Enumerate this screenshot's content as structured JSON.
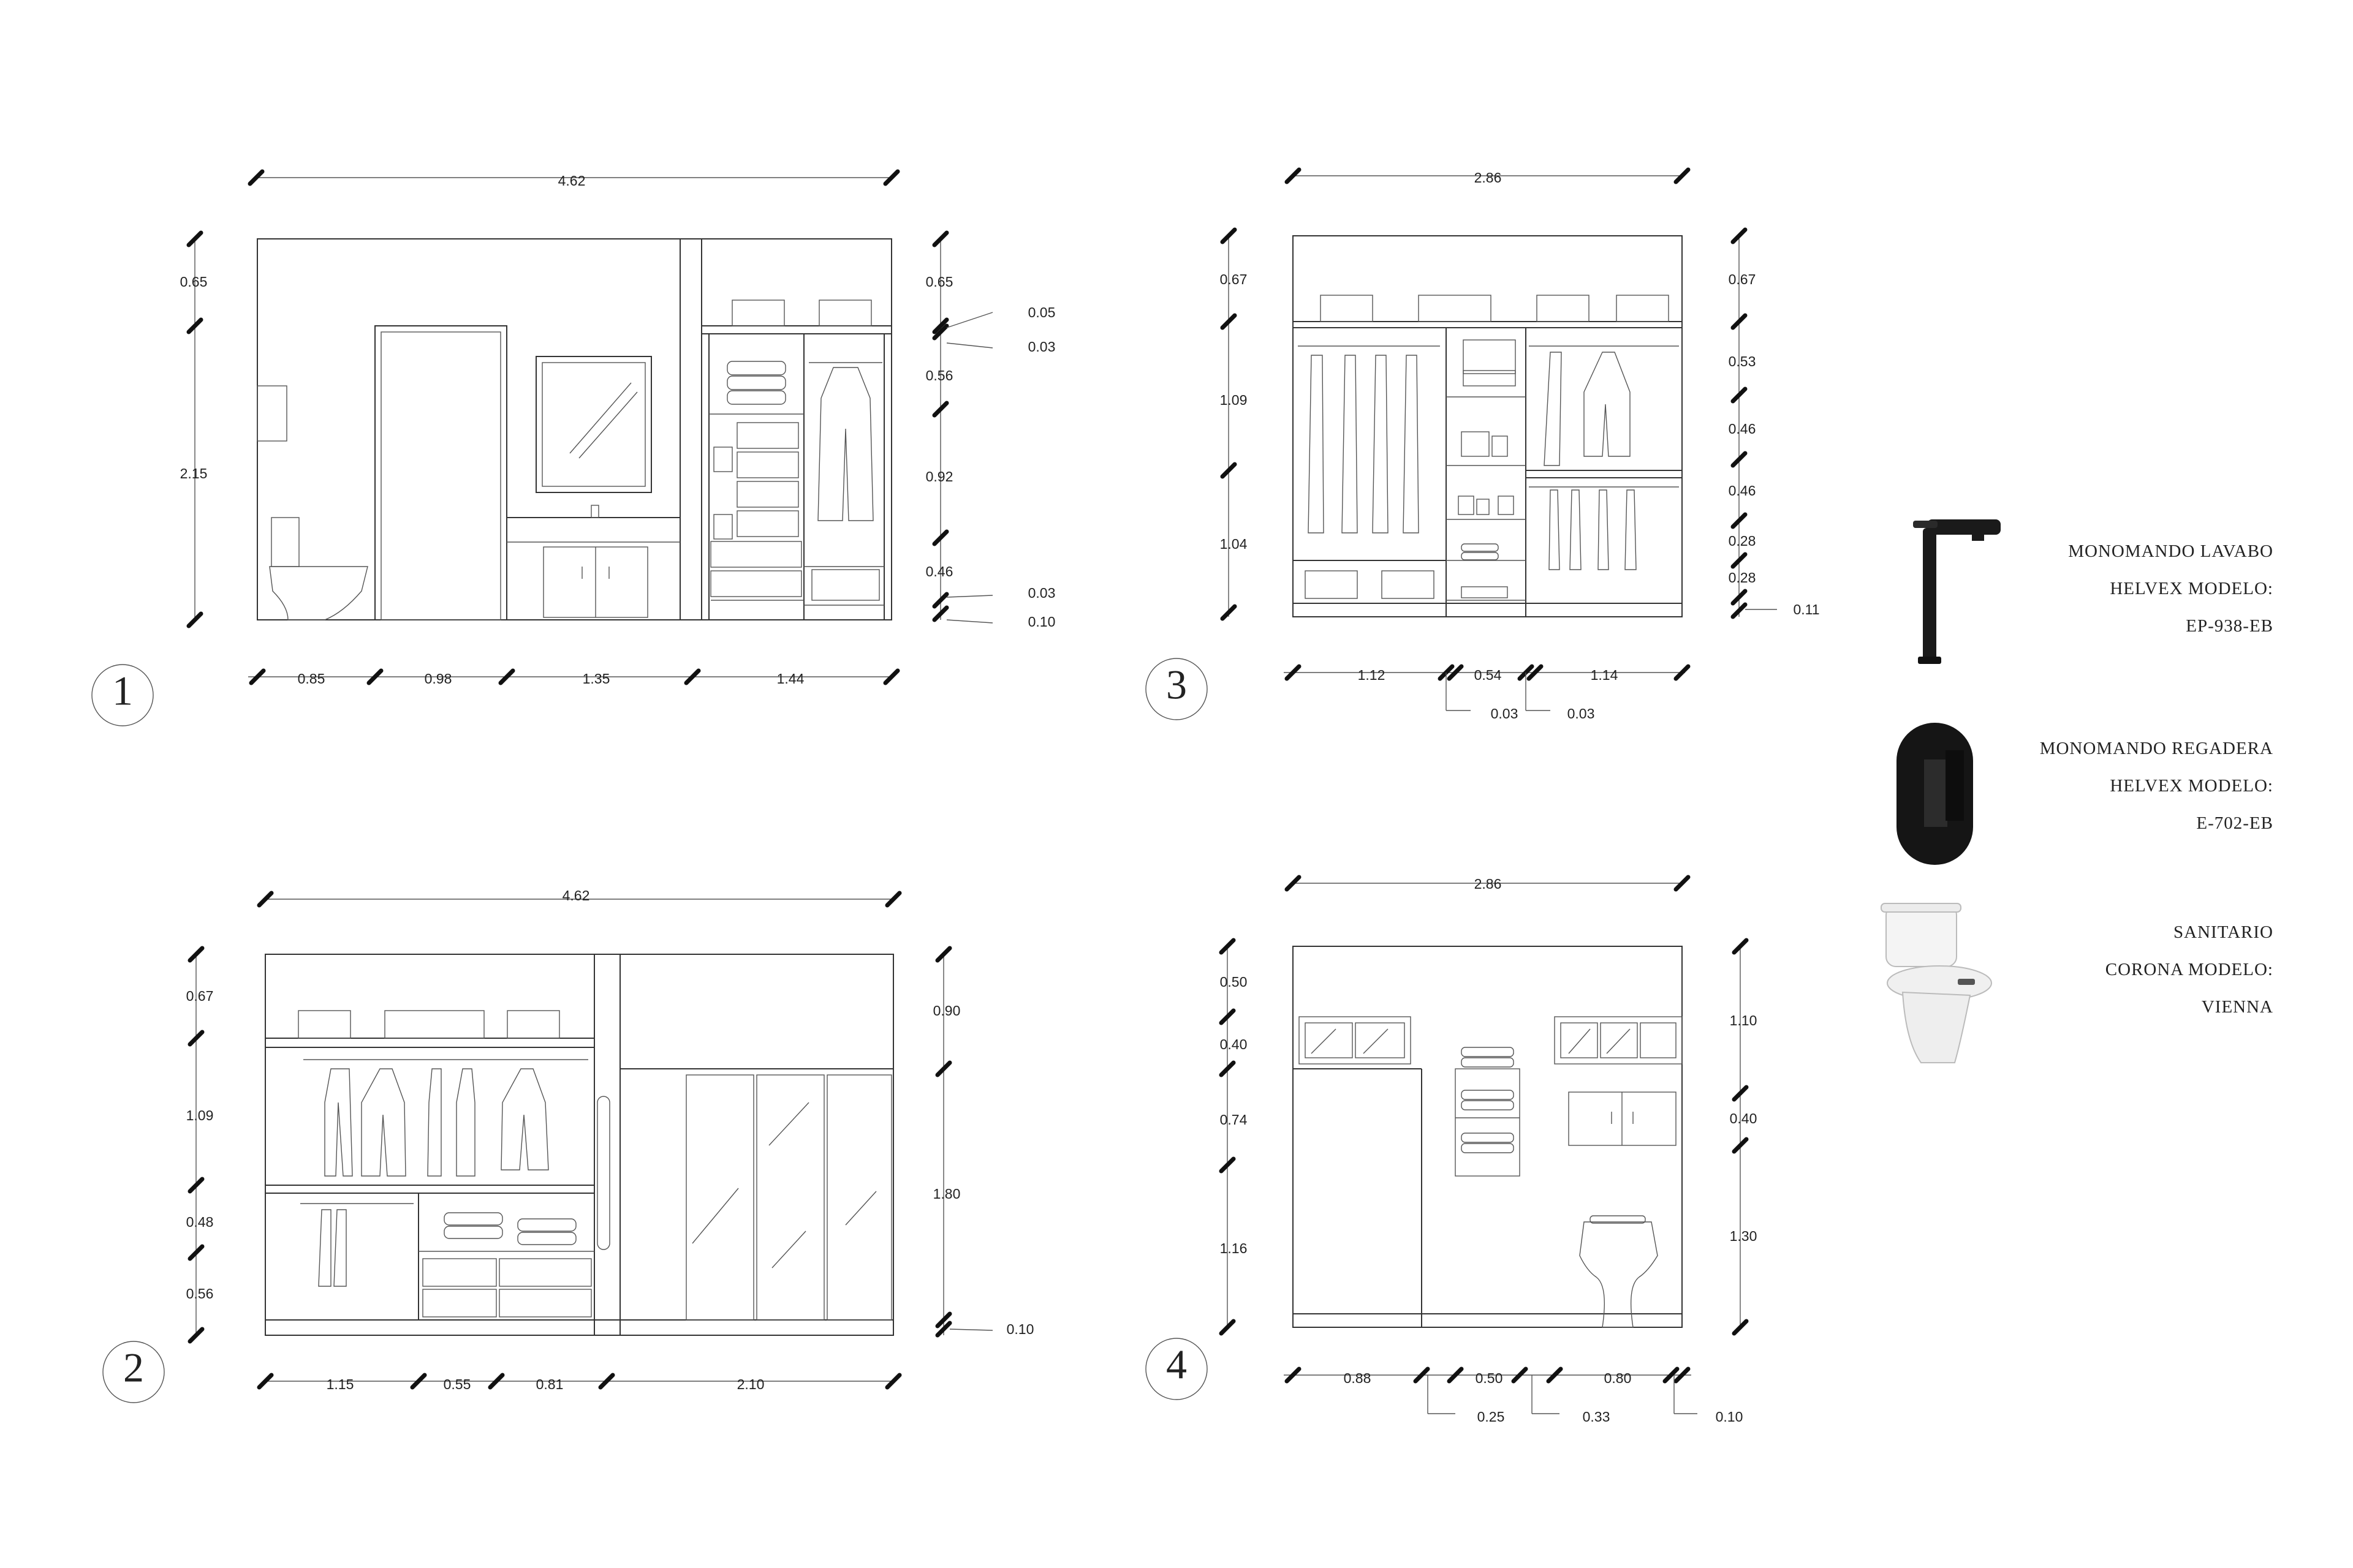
{
  "elevations": [
    {
      "number": "1",
      "top": "4.62",
      "bottom": [
        "0.85",
        "0.98",
        "1.35",
        "1.44"
      ],
      "left": [
        "0.65",
        "2.15"
      ],
      "right": [
        "0.65",
        "0.05",
        "0.03",
        "0.56",
        "0.92",
        "0.46",
        "0.03",
        "0.10"
      ]
    },
    {
      "number": "2",
      "top": "4.62",
      "bottom": [
        "1.15",
        "0.55",
        "0.81",
        "2.10"
      ],
      "left": [
        "0.67",
        "1.09",
        "0.48",
        "0.56"
      ],
      "right": [
        "0.90",
        "1.80",
        "0.10"
      ]
    },
    {
      "number": "3",
      "top": "2.86",
      "bottom": [
        "1.12",
        "0.54",
        "1.14",
        "0.03",
        "0.03"
      ],
      "left": [
        "0.67",
        "1.09",
        "1.04"
      ],
      "right": [
        "0.67",
        "0.53",
        "0.46",
        "0.46",
        "0.28",
        "0.28",
        "0.11"
      ]
    },
    {
      "number": "4",
      "top": "2.86",
      "bottom": [
        "0.88",
        "0.50",
        "0.80",
        "0.25",
        "0.33",
        "0.10"
      ],
      "left": [
        "0.50",
        "0.40",
        "0.74",
        "1.16"
      ],
      "right": [
        "1.10",
        "0.40",
        "1.30"
      ]
    }
  ],
  "products": [
    {
      "name": "faucet-icon",
      "lines": [
        "MONOMANDO LAVABO",
        "HELVEX MODELO:",
        "EP-938-EB"
      ]
    },
    {
      "name": "shower-valve-icon",
      "lines": [
        "MONOMANDO REGADERA",
        "HELVEX MODELO:",
        "E-702-EB"
      ]
    },
    {
      "name": "toilet-icon",
      "lines": [
        "SANITARIO",
        "CORONA MODELO:",
        "VIENNA"
      ]
    }
  ]
}
